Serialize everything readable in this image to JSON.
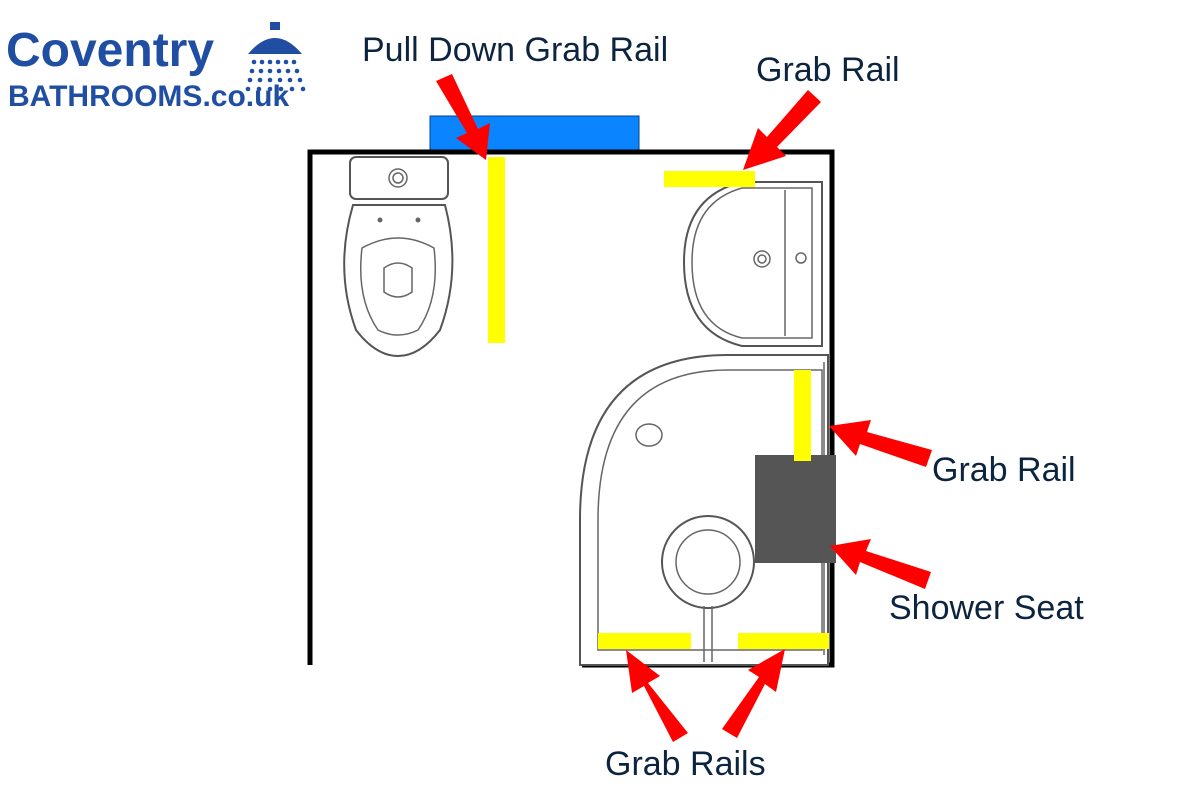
{
  "logo": {
    "line1": "Coventry",
    "line2": "BATHROOMS",
    "line3": ".co.uk",
    "icon": "shower-head-icon",
    "color": "#1f4ea3"
  },
  "labels": {
    "pull_down_grab_rail": "Pull Down Grab Rail",
    "grab_rail_top": "Grab Rail",
    "grab_rail_side": "Grab Rail",
    "shower_seat": "Shower Seat",
    "grab_rails_bottom": "Grab Rails"
  },
  "colors": {
    "rail": "#ffff00",
    "arrow": "#ff0000",
    "window": "#0a84ff",
    "shower_seat": "#555555",
    "wall": "#000000",
    "label_text": "#0d2440"
  }
}
